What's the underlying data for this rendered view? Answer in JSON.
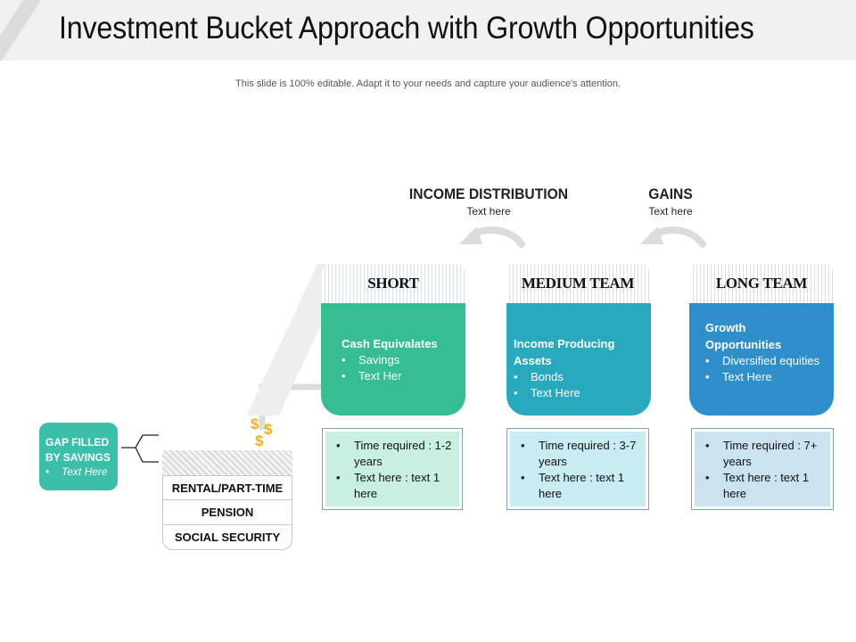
{
  "header": {
    "title": "Investment Bucket Approach with Growth Opportunities",
    "subtitle": "This slide is 100% editable. Adapt it to your needs and capture your audience's attention."
  },
  "arrows": [
    {
      "heading": "INCOME DISTRIBUTION",
      "sub": "Text here"
    },
    {
      "heading": "GAINS",
      "sub": "Text here"
    }
  ],
  "buckets": [
    {
      "label": "SHORT",
      "color": "#37bd92",
      "title": "Cash Equivalates",
      "items": [
        "Savings",
        "Text Her"
      ],
      "info": [
        "Time required : 1-2 years",
        "Text here : text 1 here"
      ],
      "info_bg": "#c9efe3"
    },
    {
      "label": "MEDIUM TEAM",
      "color": "#29a9bd",
      "title": "Income Producing Assets",
      "items": [
        "Bonds",
        "Text Here"
      ],
      "info": [
        "Time required : 3-7 years",
        "Text here : text 1 here"
      ],
      "info_bg": "#c8ecf1"
    },
    {
      "label": "LONG TEAM",
      "color": "#2f8fca",
      "title": "Growth Opportunities",
      "items": [
        "Diversified equities",
        "Text Here"
      ],
      "info": [
        "Time required : 7+  years",
        "Text here : text 1 here"
      ],
      "info_bg": "#cbe3ef"
    }
  ],
  "gap": {
    "title": "GAP FILLED BY SAVINGS",
    "item": "Text Here",
    "color": "#3bbfa8"
  },
  "stack": [
    "RENTAL/PART-TIME",
    "PENSION",
    "SOCIAL SECURITY"
  ],
  "dollar_symbols": [
    "$",
    "$",
    "$"
  ]
}
